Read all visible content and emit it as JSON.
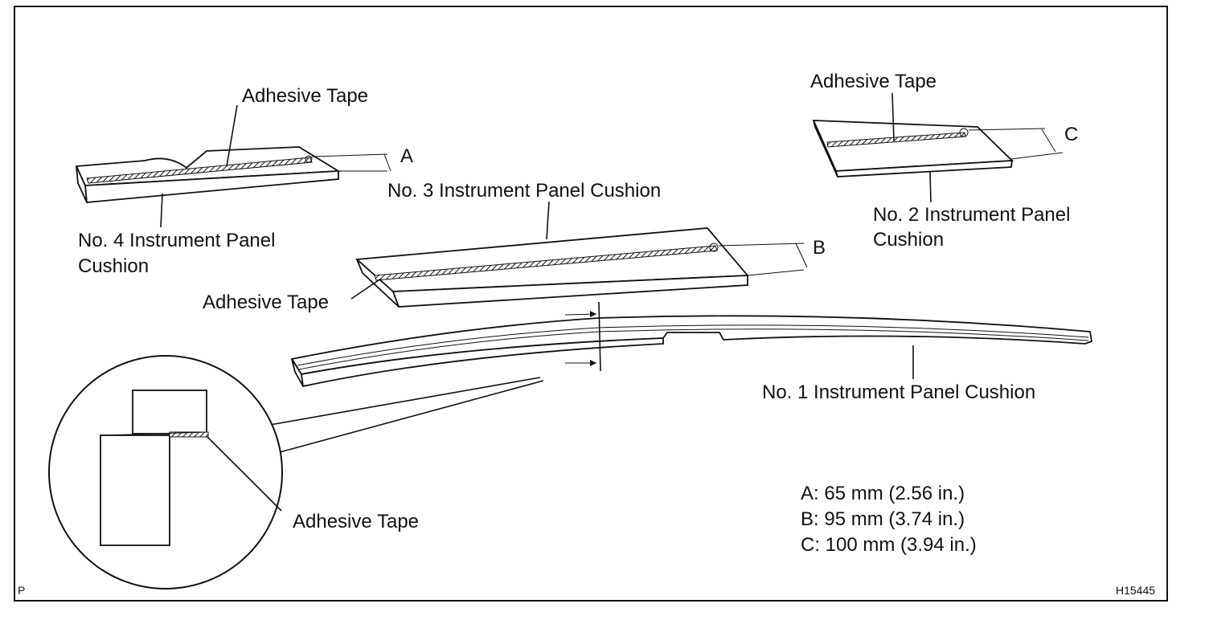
{
  "labels": {
    "tape_no4": "Adhesive Tape",
    "dim_a": "A",
    "no4_line1": "No. 4 Instrument Panel",
    "no4_line2": "Cushion",
    "no3": "No. 3 Instrument Panel Cushion",
    "dim_b": "B",
    "tape_no3": "Adhesive Tape",
    "tape_no2": "Adhesive Tape",
    "dim_c": "C",
    "no2_line1": "No. 2 Instrument Panel",
    "no2_line2": "Cushion",
    "no1": "No. 1 Instrument Panel Cushion",
    "tape_detail": "Adhesive Tape"
  },
  "dimensions": [
    {
      "letter": "A",
      "text": "A: 65 mm (2.56 in.)"
    },
    {
      "letter": "B",
      "text": "B: 95 mm (3.74 in.)"
    },
    {
      "letter": "C",
      "text": "C: 100 mm (3.94 in.)"
    }
  ],
  "corner_code_left": "P",
  "figure_code": "H15445"
}
